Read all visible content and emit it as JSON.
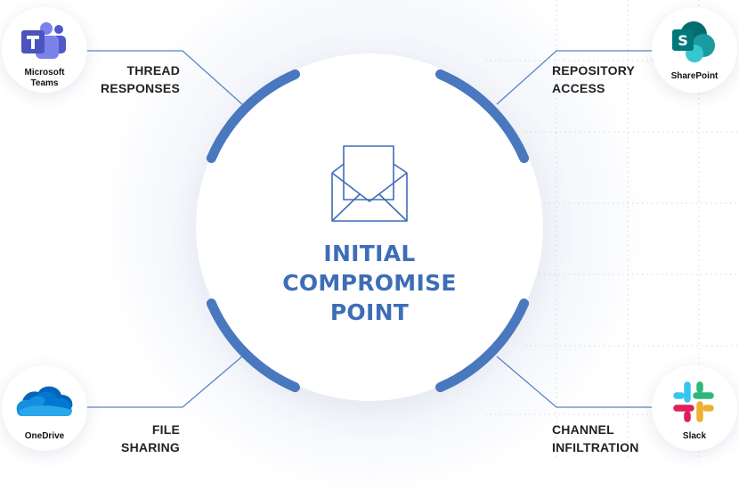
{
  "center": {
    "title_lines": [
      "INITIAL",
      "COMPROMISE",
      "POINT"
    ],
    "icon": "envelope-icon"
  },
  "apps": {
    "teams": {
      "name_lines": [
        "Microsoft",
        "Teams"
      ],
      "icon": "microsoft-teams-icon"
    },
    "sharepoint": {
      "name_lines": [
        "SharePoint"
      ],
      "icon": "sharepoint-icon"
    },
    "onedrive": {
      "name_lines": [
        "OneDrive"
      ],
      "icon": "onedrive-icon"
    },
    "slack": {
      "name_lines": [
        "Slack"
      ],
      "icon": "slack-icon"
    }
  },
  "connections": {
    "top_left": [
      "THREAD",
      "RESPONSES"
    ],
    "top_right": [
      "REPOSITORY",
      "ACCESS"
    ],
    "bottom_left": [
      "FILE",
      "SHARING"
    ],
    "bottom_right": [
      "CHANNEL",
      "INFILTRATION"
    ]
  },
  "colors": {
    "accent_blue": "#3e6db8",
    "arc_blue": "#4a78bf",
    "line_blue": "#5b84c4"
  }
}
